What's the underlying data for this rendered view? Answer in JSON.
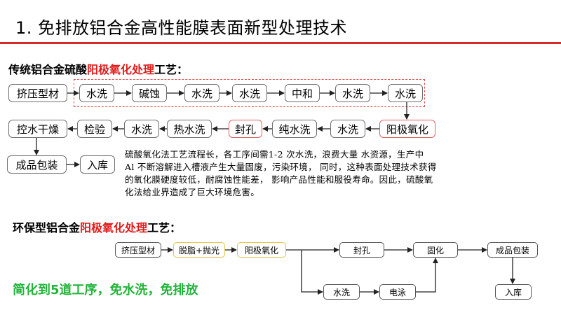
{
  "slide": {
    "title": "1. 免排放铝合金高性能膜表面新型处理技术"
  },
  "traditional": {
    "heading_pre": "传统铝合金硫酸",
    "heading_highlight": "阳极氧化处理",
    "heading_post": "工艺：",
    "row1": [
      "挤压型材",
      "水洗",
      "碱蚀",
      "水洗",
      "水洗",
      "中和",
      "水洗",
      "水洗"
    ],
    "row2": [
      "控水干燥",
      "检验",
      "水洗",
      "热水洗",
      "封孔",
      "纯水洗",
      "水洗",
      "阳极氧化"
    ],
    "row3": [
      "成品包装",
      "入库"
    ],
    "paragraph": [
      "硫酸氧化法工艺流程长，各工序间需1-2 次水洗，浪费大量 水资源，生产中",
      "Al 不断溶解进入槽液产生大量固废，污染环境， 同时，这种表面处理技术获得",
      "的氧化膜硬度较低，耐腐蚀性能差， 影响产品性能和服役寿命。因此，硫酸氧",
      "化法给业界造成了巨大环境危害。"
    ]
  },
  "eco": {
    "heading_pre": "环保型铝合金",
    "heading_highlight": "阳极氧化处理",
    "heading_post": "工艺：",
    "steps": {
      "extrude": "挤压型材",
      "degrease": "脱脂+抛光",
      "anodize": "阳极氧化",
      "seal": "封孔",
      "cure": "固化",
      "package": "成品包装",
      "rinse": "水洗",
      "electrophoresis": "电泳",
      "storage": "入库"
    },
    "summary": "简化到5道工序，免水洗，免排放"
  },
  "colors": {
    "accent_red": "#e11b1b",
    "summary_green": "#21b33a",
    "box_red_border": "#e06060",
    "box_yellow_border": "#e6c34a"
  }
}
